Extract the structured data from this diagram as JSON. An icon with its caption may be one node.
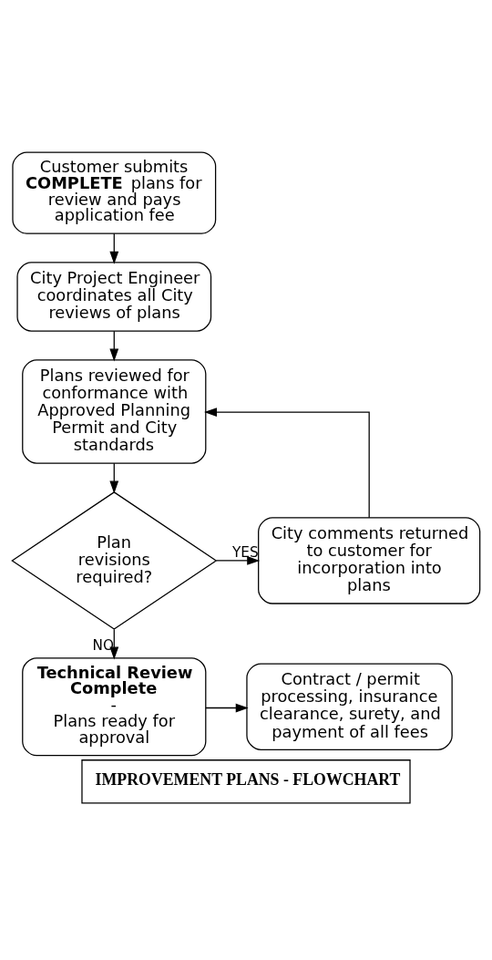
{
  "diagram": {
    "caption": "IMPROVEMENT PLANS - FLOWCHART",
    "nodes": [
      {
        "text": [
          "Customer submits **COMPLETE** plans for review and pays application fee"
        ]
      },
      {
        "text": [
          "City Project Engineer coordinates all City reviews of plans"
        ]
      },
      {
        "text": [
          "Plans reviewed for conformance with Approved Planning Permit and City standards"
        ]
      },
      {
        "text": [
          "Plan revisions required?"
        ]
      },
      {
        "text": [
          "City comments returned to customer for incorporation into plans"
        ]
      },
      {
        "text": [
          "Technical Review Complete",
          "-",
          "Plans ready for approval"
        ]
      },
      {
        "text": [
          "Contract / permit processing, insurance clearance, surety, and payment of all fees"
        ]
      }
    ],
    "edges": [
      {
        "from": 0,
        "to": 1,
        "arrow": "to"
      },
      {
        "from": 1,
        "to": 2,
        "arrow": "to"
      },
      {
        "from": 2,
        "to": 3,
        "arrow": "to"
      },
      {
        "from": 3,
        "to": 4,
        "arrow": "to",
        "label": "YES"
      },
      {
        "from": 4,
        "to": 2,
        "arrow": "to"
      },
      {
        "from": 3,
        "to": 5,
        "arrow": "to",
        "label": "NO"
      },
      {
        "from": 5,
        "to": 6,
        "arrow": "to"
      }
    ]
  }
}
